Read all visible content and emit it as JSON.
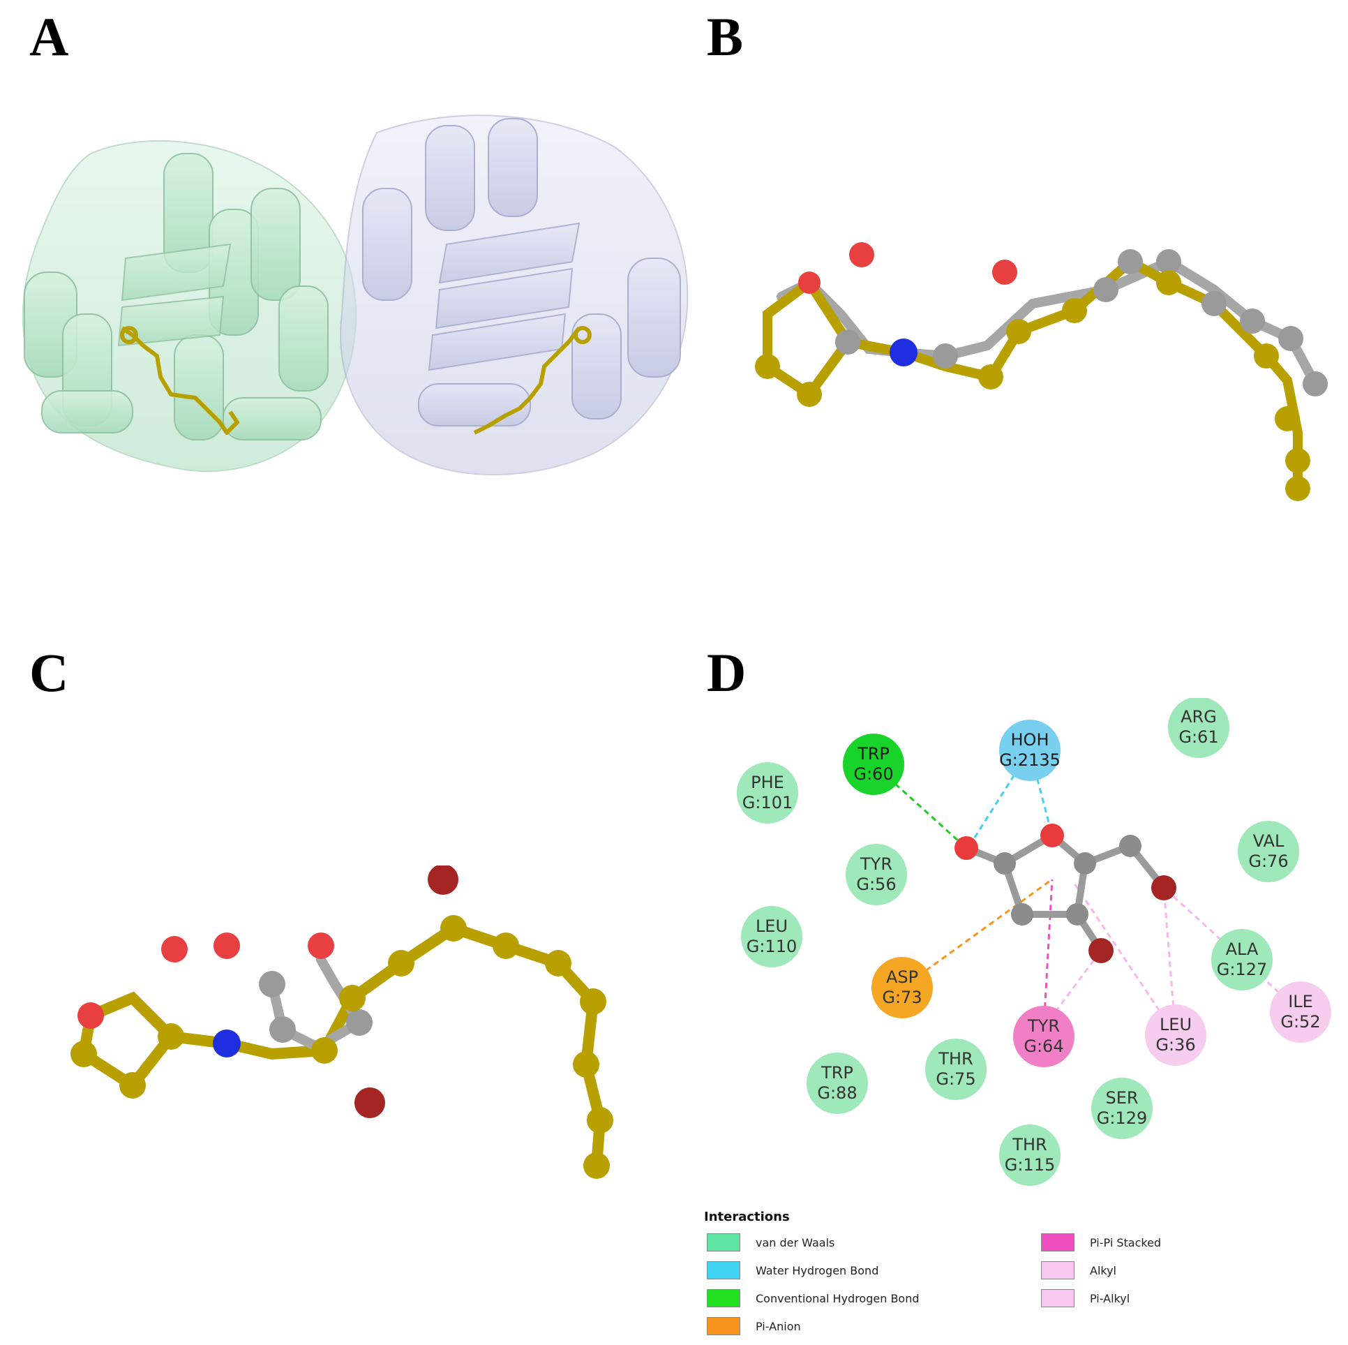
{
  "panels": {
    "a": {
      "letter": "A"
    },
    "b": {
      "letter": "B"
    },
    "c": {
      "letter": "C"
    },
    "d": {
      "letter": "D"
    }
  },
  "residues": [
    {
      "name": "TRP",
      "id": "G:60",
      "color": "#18d42a",
      "text_color": "#1a1a1a"
    },
    {
      "name": "HOH",
      "id": "G:2135",
      "color": "#79cfee",
      "text_color": "#1a1a1a"
    },
    {
      "name": "ARG",
      "id": "G:61",
      "color": "#9ee8b9",
      "text_color": "#333333"
    },
    {
      "name": "PHE",
      "id": "G:101",
      "color": "#9ee8b9",
      "text_color": "#333333"
    },
    {
      "name": "VAL",
      "id": "G:76",
      "color": "#9ee8b9",
      "text_color": "#333333"
    },
    {
      "name": "TYR",
      "id": "G:56",
      "color": "#9ee8b9",
      "text_color": "#333333"
    },
    {
      "name": "LEU",
      "id": "G:110",
      "color": "#9ee8b9",
      "text_color": "#333333"
    },
    {
      "name": "ASP",
      "id": "G:73",
      "color": "#f5a623",
      "text_color": "#333333"
    },
    {
      "name": "ALA",
      "id": "G:127",
      "color": "#9ee8b9",
      "text_color": "#333333"
    },
    {
      "name": "TYR",
      "id": "G:64",
      "color": "#f07fc6",
      "text_color": "#333333"
    },
    {
      "name": "LEU",
      "id": "G:36",
      "color": "#f7cdef",
      "text_color": "#333333"
    },
    {
      "name": "ILE",
      "id": "G:52",
      "color": "#f7cdef",
      "text_color": "#333333"
    },
    {
      "name": "TRP",
      "id": "G:88",
      "color": "#9ee8b9",
      "text_color": "#333333"
    },
    {
      "name": "THR",
      "id": "G:75",
      "color": "#9ee8b9",
      "text_color": "#333333"
    },
    {
      "name": "SER",
      "id": "G:129",
      "color": "#9ee8b9",
      "text_color": "#333333"
    },
    {
      "name": "THR",
      "id": "G:115",
      "color": "#9ee8b9",
      "text_color": "#333333"
    }
  ],
  "legend": {
    "title": "Interactions",
    "items": [
      {
        "label": "van der Waals",
        "color": "#5fe3a1"
      },
      {
        "label": "Water Hydrogen Bond",
        "color": "#3fd2f2"
      },
      {
        "label": "Conventional Hydrogen Bond",
        "color": "#22e022"
      },
      {
        "label": "Pi-Anion",
        "color": "#f7941d"
      },
      {
        "label": "Pi-Pi Stacked",
        "color": "#f04fbf"
      },
      {
        "label": "Alkyl",
        "color": "#f8c8f0"
      },
      {
        "label": "Pi-Alkyl",
        "color": "#f8c8f0"
      }
    ]
  },
  "colors": {
    "chain_a": "#bfe8cf",
    "chain_b": "#d6d9ee",
    "carbon_gold": "#b8a000",
    "carbon_gray": "#9a9a9a",
    "oxygen": "#e83b3b",
    "nitrogen": "#1f2fe0",
    "bromine": "#a52525"
  }
}
